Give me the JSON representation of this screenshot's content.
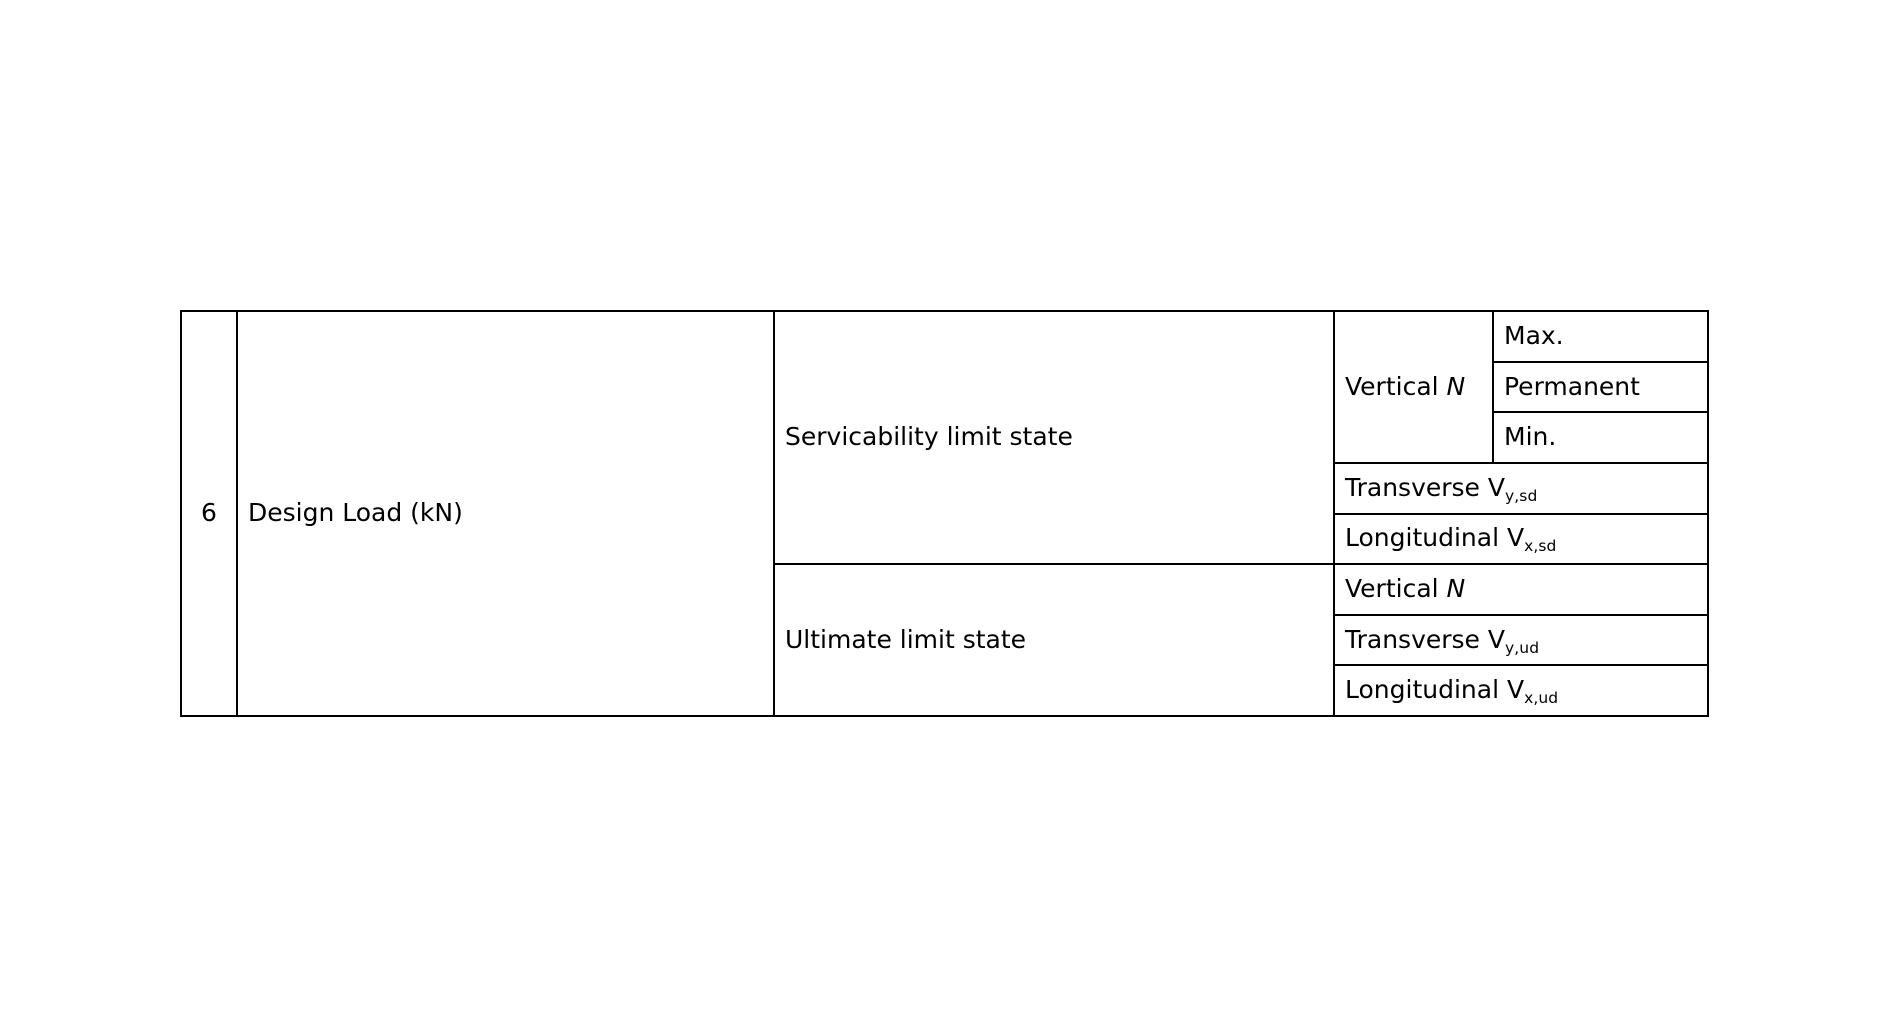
{
  "document": {
    "kind": "specification-table",
    "background_color": "#ffffff",
    "text_color": "#000000",
    "border_color": "#000000"
  },
  "table": {
    "row_index": "6",
    "item_label": "Design Load (kN)",
    "groups": [
      {
        "state_label": "Servicability limit state",
        "rows": [
          {
            "detail": "Vertical",
            "detail_symbol": "N",
            "detail_rowspan": 3,
            "sub": "Max."
          },
          {
            "sub": "Permanent"
          },
          {
            "sub": "Min."
          },
          {
            "detail": "Transverse V",
            "detail_subscript": "y,sd",
            "full_span": true
          },
          {
            "detail": "Longitudinal V",
            "detail_subscript": "x,sd",
            "full_span": true
          }
        ]
      },
      {
        "state_label": "Ultimate limit state",
        "rows": [
          {
            "detail": "Vertical",
            "detail_symbol": "N",
            "full_span": true
          },
          {
            "detail": "Transverse V",
            "detail_subscript": "y,ud",
            "full_span": true
          },
          {
            "detail": "Longitudinal V",
            "detail_subscript": "x,ud",
            "full_span": true
          }
        ]
      }
    ],
    "cells": {
      "sls_vertical_text": "Vertical",
      "sls_vertical_symbol": "N",
      "sls_max": "Max.",
      "sls_permanent": "Permanent",
      "sls_min": "Min.",
      "sls_transverse_text": "Transverse V",
      "sls_transverse_sub": "y,sd",
      "sls_longitudinal_text": "Longitudinal V",
      "sls_longitudinal_sub": "x,sd",
      "uls_vertical_text": "Vertical",
      "uls_vertical_symbol": "N",
      "uls_transverse_text": "Transverse V",
      "uls_transverse_sub": "y,ud",
      "uls_longitudinal_text": "Longitudinal V",
      "uls_longitudinal_sub": "x,ud"
    }
  }
}
